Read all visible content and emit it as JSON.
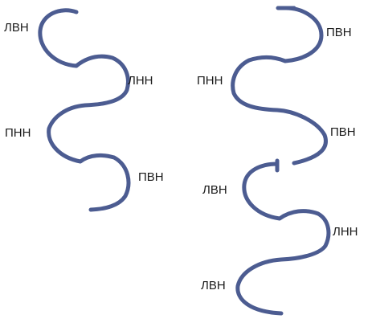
{
  "colors": {
    "stroke": "#4c5c91",
    "text": "#1a1a1a"
  },
  "left_chain": {
    "labels": [
      "ЛВН",
      "ЛНН",
      "ПНН",
      "ПВН"
    ]
  },
  "right_chain": {
    "labels": [
      "ПВН",
      "ПНН",
      "ПВН",
      "ЛВН",
      "ЛНН",
      "ЛВН"
    ]
  }
}
